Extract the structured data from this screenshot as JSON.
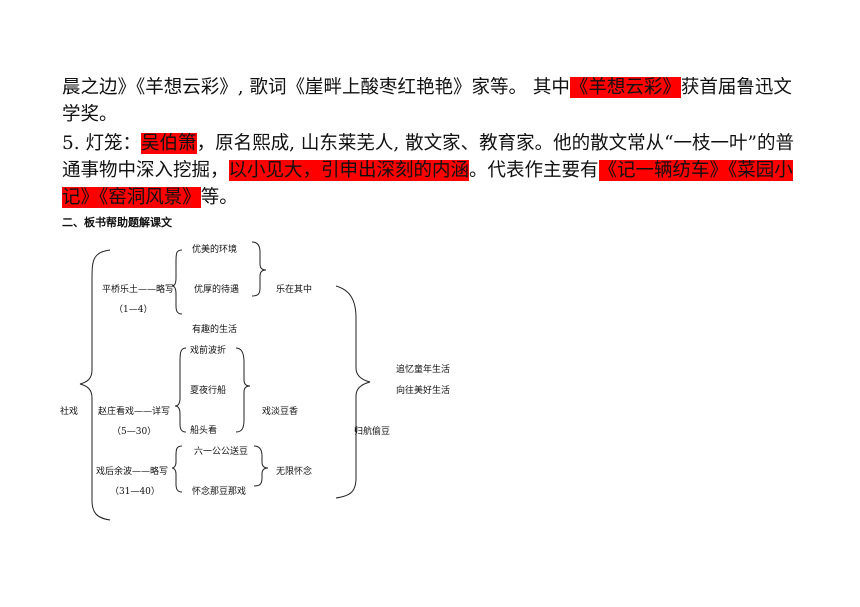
{
  "paragraph1": {
    "part1": "晨之边》《羊想云彩》, 歌词《崖畔上酸枣红艳艳》家等。 其中",
    "highlight1": "《羊想云彩》",
    "part2": "获首届鲁迅文学奖。"
  },
  "paragraph2": {
    "part1": "5. 灯笼：",
    "highlight1": "吴伯箫",
    "part2": "，原名熙成, 山东莱芜人, 散文家、教育家。他的散文常从“一枝一叶”的普通事物中深入挖掘，",
    "highlight2": "以小见大，引申出深刻的内涵",
    "part3": "。代表作主要有",
    "highlight3": "《记一辆纺车》《菜园小记》《窑洞风景》",
    "part4": "等。"
  },
  "section_heading": "二、板书帮助题解课文",
  "diagram": {
    "root": "社戏",
    "branch1": {
      "title": "平桥乐土——略写",
      "range": "（1—4）",
      "items": [
        "优美的环境",
        "优厚的待遇",
        "有趣的生活"
      ],
      "summary": "乐在其中"
    },
    "branch2": {
      "title": "赵庄看戏——详写",
      "range": "（5—30）",
      "items": [
        "戏前波折",
        "夏夜行船",
        "船头看"
      ],
      "summary": "戏淡豆香"
    },
    "branch3": {
      "title": "戏后余波——略写",
      "range": "（31—40）",
      "items": [
        "六一公公送豆",
        "怀念那豆那戏"
      ],
      "summary": "无限怀念"
    },
    "middle": "归航偷豆",
    "conclusion": [
      "追忆童年生活",
      "向往美好生活"
    ]
  }
}
